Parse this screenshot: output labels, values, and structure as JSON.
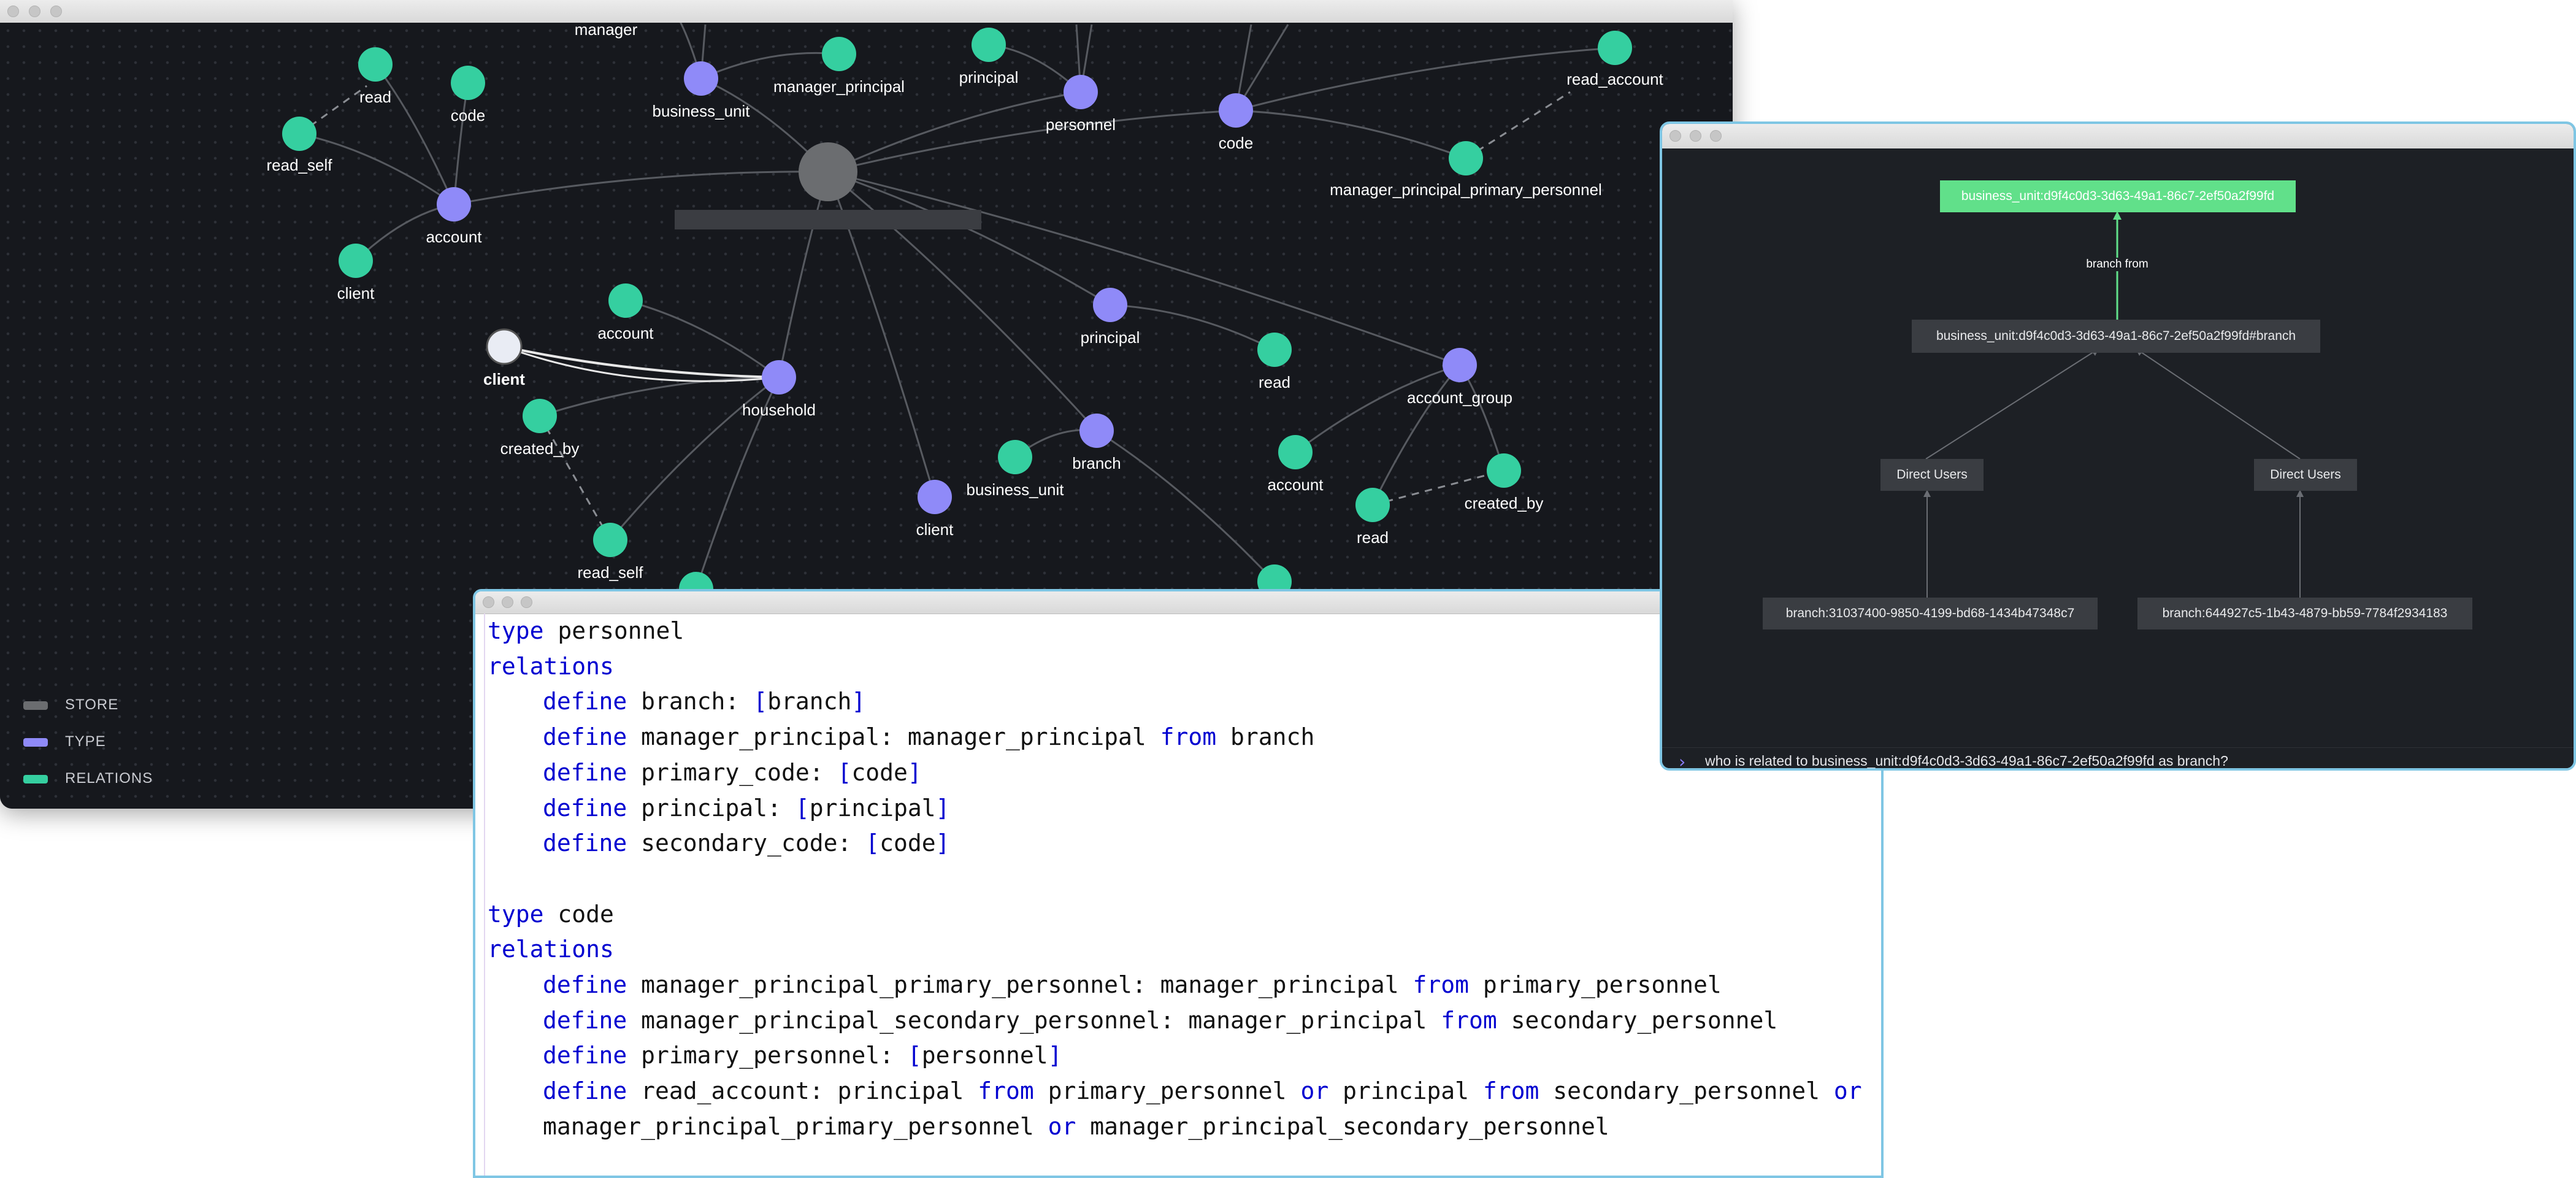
{
  "graph": {
    "colors": {
      "store": "#6b6d70",
      "type": "#8f8af8",
      "relation": "#35cfa0",
      "edge": "#575a60"
    },
    "legend": [
      {
        "label": "STORE",
        "color": "#6b6d70"
      },
      {
        "label": "TYPE",
        "color": "#8f8af8"
      },
      {
        "label": "RELATIONS",
        "color": "#35cfa0"
      }
    ],
    "nodes": [
      {
        "id": "store",
        "kind": "store",
        "label": ""
      },
      {
        "id": "manager_top",
        "kind": "relation",
        "label": "manager"
      },
      {
        "id": "business_unit_t",
        "kind": "type",
        "label": "business_unit"
      },
      {
        "id": "manager_principal_r",
        "kind": "relation",
        "label": "manager_principal"
      },
      {
        "id": "principal_r1",
        "kind": "relation",
        "label": "principal"
      },
      {
        "id": "personnel_t",
        "kind": "type",
        "label": "personnel"
      },
      {
        "id": "code_t",
        "kind": "type",
        "label": "code"
      },
      {
        "id": "read_account_r",
        "kind": "relation",
        "label": "read_account"
      },
      {
        "id": "mpp_r",
        "kind": "relation",
        "label": "manager_principal_primary_personnel"
      },
      {
        "id": "read_r1",
        "kind": "relation",
        "label": "read"
      },
      {
        "id": "code_r",
        "kind": "relation",
        "label": "code"
      },
      {
        "id": "read_self_r1",
        "kind": "relation",
        "label": "read_self"
      },
      {
        "id": "account_t",
        "kind": "type",
        "label": "account"
      },
      {
        "id": "client_r1",
        "kind": "relation",
        "label": "client"
      },
      {
        "id": "client_t_sel",
        "kind": "selected",
        "label": "client"
      },
      {
        "id": "account_r1",
        "kind": "relation",
        "label": "account"
      },
      {
        "id": "household_t",
        "kind": "type",
        "label": "household"
      },
      {
        "id": "created_by_r1",
        "kind": "relation",
        "label": "created_by"
      },
      {
        "id": "read_self_r2",
        "kind": "relation",
        "label": "read_self"
      },
      {
        "id": "principal_t",
        "kind": "type",
        "label": "principal"
      },
      {
        "id": "read_r2",
        "kind": "relation",
        "label": "read"
      },
      {
        "id": "account_group_t",
        "kind": "type",
        "label": "account_group"
      },
      {
        "id": "account_r2",
        "kind": "relation",
        "label": "account"
      },
      {
        "id": "read_r3",
        "kind": "relation",
        "label": "read"
      },
      {
        "id": "created_by_r2",
        "kind": "relation",
        "label": "created_by"
      },
      {
        "id": "branch_t",
        "kind": "type",
        "label": "branch"
      },
      {
        "id": "business_unit_r",
        "kind": "relation",
        "label": "business_unit"
      },
      {
        "id": "client_t",
        "kind": "type",
        "label": "client"
      },
      {
        "id": "partial_r1",
        "kind": "relation",
        "label": ""
      },
      {
        "id": "partial_r2",
        "kind": "relation",
        "label": ""
      }
    ]
  },
  "code": {
    "lines": [
      [
        {
          "k": "kw",
          "t": "type"
        },
        {
          "t": " personnel"
        }
      ],
      [
        {
          "k": "kw",
          "t": "relations"
        }
      ],
      [
        {
          "i": 1
        },
        {
          "k": "kw",
          "t": "define"
        },
        {
          "t": " branch: "
        },
        {
          "k": "kw",
          "t": "["
        },
        {
          "t": "branch"
        },
        {
          "k": "kw",
          "t": "]"
        }
      ],
      [
        {
          "i": 1
        },
        {
          "k": "kw",
          "t": "define"
        },
        {
          "t": " manager_principal: manager_principal "
        },
        {
          "k": "kw",
          "t": "from"
        },
        {
          "t": " branch"
        }
      ],
      [
        {
          "i": 1
        },
        {
          "k": "kw",
          "t": "define"
        },
        {
          "t": " primary_code: "
        },
        {
          "k": "kw",
          "t": "["
        },
        {
          "t": "code"
        },
        {
          "k": "kw",
          "t": "]"
        }
      ],
      [
        {
          "i": 1
        },
        {
          "k": "kw",
          "t": "define"
        },
        {
          "t": " principal: "
        },
        {
          "k": "kw",
          "t": "["
        },
        {
          "t": "principal"
        },
        {
          "k": "kw",
          "t": "]"
        }
      ],
      [
        {
          "i": 1
        },
        {
          "k": "kw",
          "t": "define"
        },
        {
          "t": " secondary_code: "
        },
        {
          "k": "kw",
          "t": "["
        },
        {
          "t": "code"
        },
        {
          "k": "kw",
          "t": "]"
        }
      ],
      [],
      [
        {
          "k": "kw",
          "t": "type"
        },
        {
          "t": " code"
        }
      ],
      [
        {
          "k": "kw",
          "t": "relations"
        }
      ],
      [
        {
          "i": 1
        },
        {
          "k": "kw",
          "t": "define"
        },
        {
          "t": " manager_principal_primary_personnel: manager_principal "
        },
        {
          "k": "kw",
          "t": "from"
        },
        {
          "t": " primary_personnel"
        }
      ],
      [
        {
          "i": 1
        },
        {
          "k": "kw",
          "t": "define"
        },
        {
          "t": " manager_principal_secondary_personnel: manager_principal "
        },
        {
          "k": "kw",
          "t": "from"
        },
        {
          "t": " secondary_personnel"
        }
      ],
      [
        {
          "i": 1
        },
        {
          "k": "kw",
          "t": "define"
        },
        {
          "t": " primary_personnel: "
        },
        {
          "k": "kw",
          "t": "["
        },
        {
          "t": "personnel"
        },
        {
          "k": "kw",
          "t": "]"
        }
      ],
      [
        {
          "i": 1
        },
        {
          "k": "kw",
          "t": "define"
        },
        {
          "t": " read_account: principal "
        },
        {
          "k": "kw",
          "t": "from"
        },
        {
          "t": " primary_personnel "
        },
        {
          "k": "kw",
          "t": "or"
        },
        {
          "t": " principal "
        },
        {
          "k": "kw",
          "t": "from"
        },
        {
          "t": " secondary_personnel "
        },
        {
          "k": "kw",
          "t": "or"
        }
      ],
      [
        {
          "i": 1
        },
        {
          "t": "manager_principal_primary_personnel "
        },
        {
          "k": "kw",
          "t": "or"
        },
        {
          "t": " manager_principal_secondary_personnel"
        }
      ]
    ]
  },
  "query": {
    "top_node": "business_unit:d9f4c0d3-3d63-49a1-86c7-2ef50a2f99fd",
    "edge_label": "branch from",
    "mid_node": "business_unit:d9f4c0d3-3d63-49a1-86c7-2ef50a2f99fd#branch",
    "left_group": "Direct Users",
    "right_group": "Direct Users",
    "left_leaf": "branch:31037400-9850-4199-bd68-1434b47348c7",
    "right_leaf": "branch:644927c5-1b43-4879-bb59-7784f2934183",
    "prompt_symbol": "›_",
    "question": "who is related to business_unit:d9f4c0d3-3d63-49a1-86c7-2ef50a2f99fd as branch?",
    "colors": {
      "accent": "#61e08a",
      "node": "#3a3d42",
      "edge": "#6a6d73"
    }
  }
}
